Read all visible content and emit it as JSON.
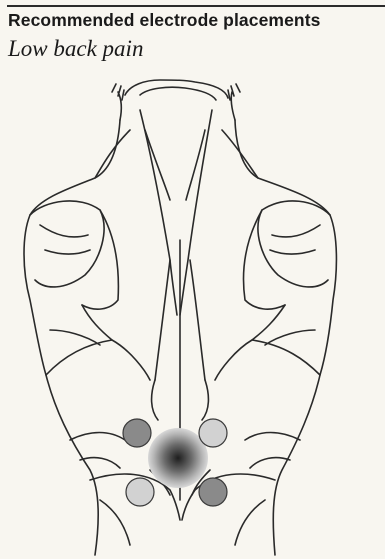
{
  "header": {
    "title": "Recommended electrode placements",
    "subtitle": "Low back pain"
  },
  "diagram": {
    "subject": "back",
    "electrodes": [
      {
        "id": "upper-left",
        "shade": "dark",
        "color": "#8a8a8a"
      },
      {
        "id": "upper-right",
        "shade": "light",
        "color": "#d2d2d2"
      },
      {
        "id": "lower-left",
        "shade": "light",
        "color": "#d2d2d2"
      },
      {
        "id": "lower-right",
        "shade": "dark",
        "color": "#8a8a8a"
      }
    ],
    "pain_area": {
      "color": "#1e1e1e"
    }
  }
}
